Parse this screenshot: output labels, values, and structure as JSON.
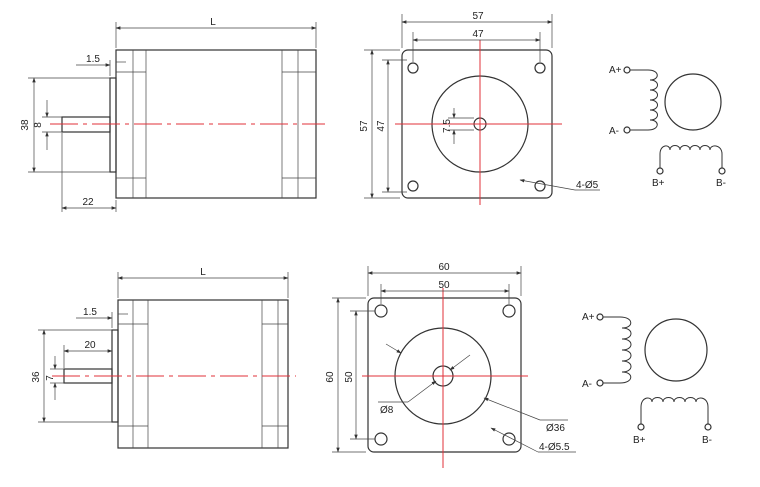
{
  "colors": {
    "line": "#333333",
    "centerline": "#e0303a",
    "background": "#ffffff"
  },
  "motor_57": {
    "side_view": {
      "length_label": "L",
      "flange_thickness": "1.5",
      "body_height": "38",
      "shaft_diameter": "8",
      "shaft_length": "22"
    },
    "front_view": {
      "outer_width": "57",
      "outer_height": "57",
      "hole_spacing_x": "47",
      "hole_spacing_y": "47",
      "pilot_dimension": "7.5",
      "mount_holes": "4-Ø5"
    },
    "wiring": {
      "a_plus": "A+",
      "a_minus": "A-",
      "b_plus": "B+",
      "b_minus": "B-"
    }
  },
  "motor_60": {
    "side_view": {
      "length_label": "L",
      "flange_thickness": "1.5",
      "boss_height": "36",
      "shaft_length": "20",
      "shaft_diameter": "7"
    },
    "front_view": {
      "outer_width": "60",
      "outer_height": "60",
      "hole_spacing_x": "50",
      "hole_spacing_y": "50",
      "shaft_diameter": "Ø8",
      "boss_diameter": "Ø36",
      "mount_holes": "4-Ø5.5"
    },
    "wiring": {
      "a_plus": "A+",
      "a_minus": "A-",
      "b_plus": "B+",
      "b_minus": "B-"
    }
  }
}
